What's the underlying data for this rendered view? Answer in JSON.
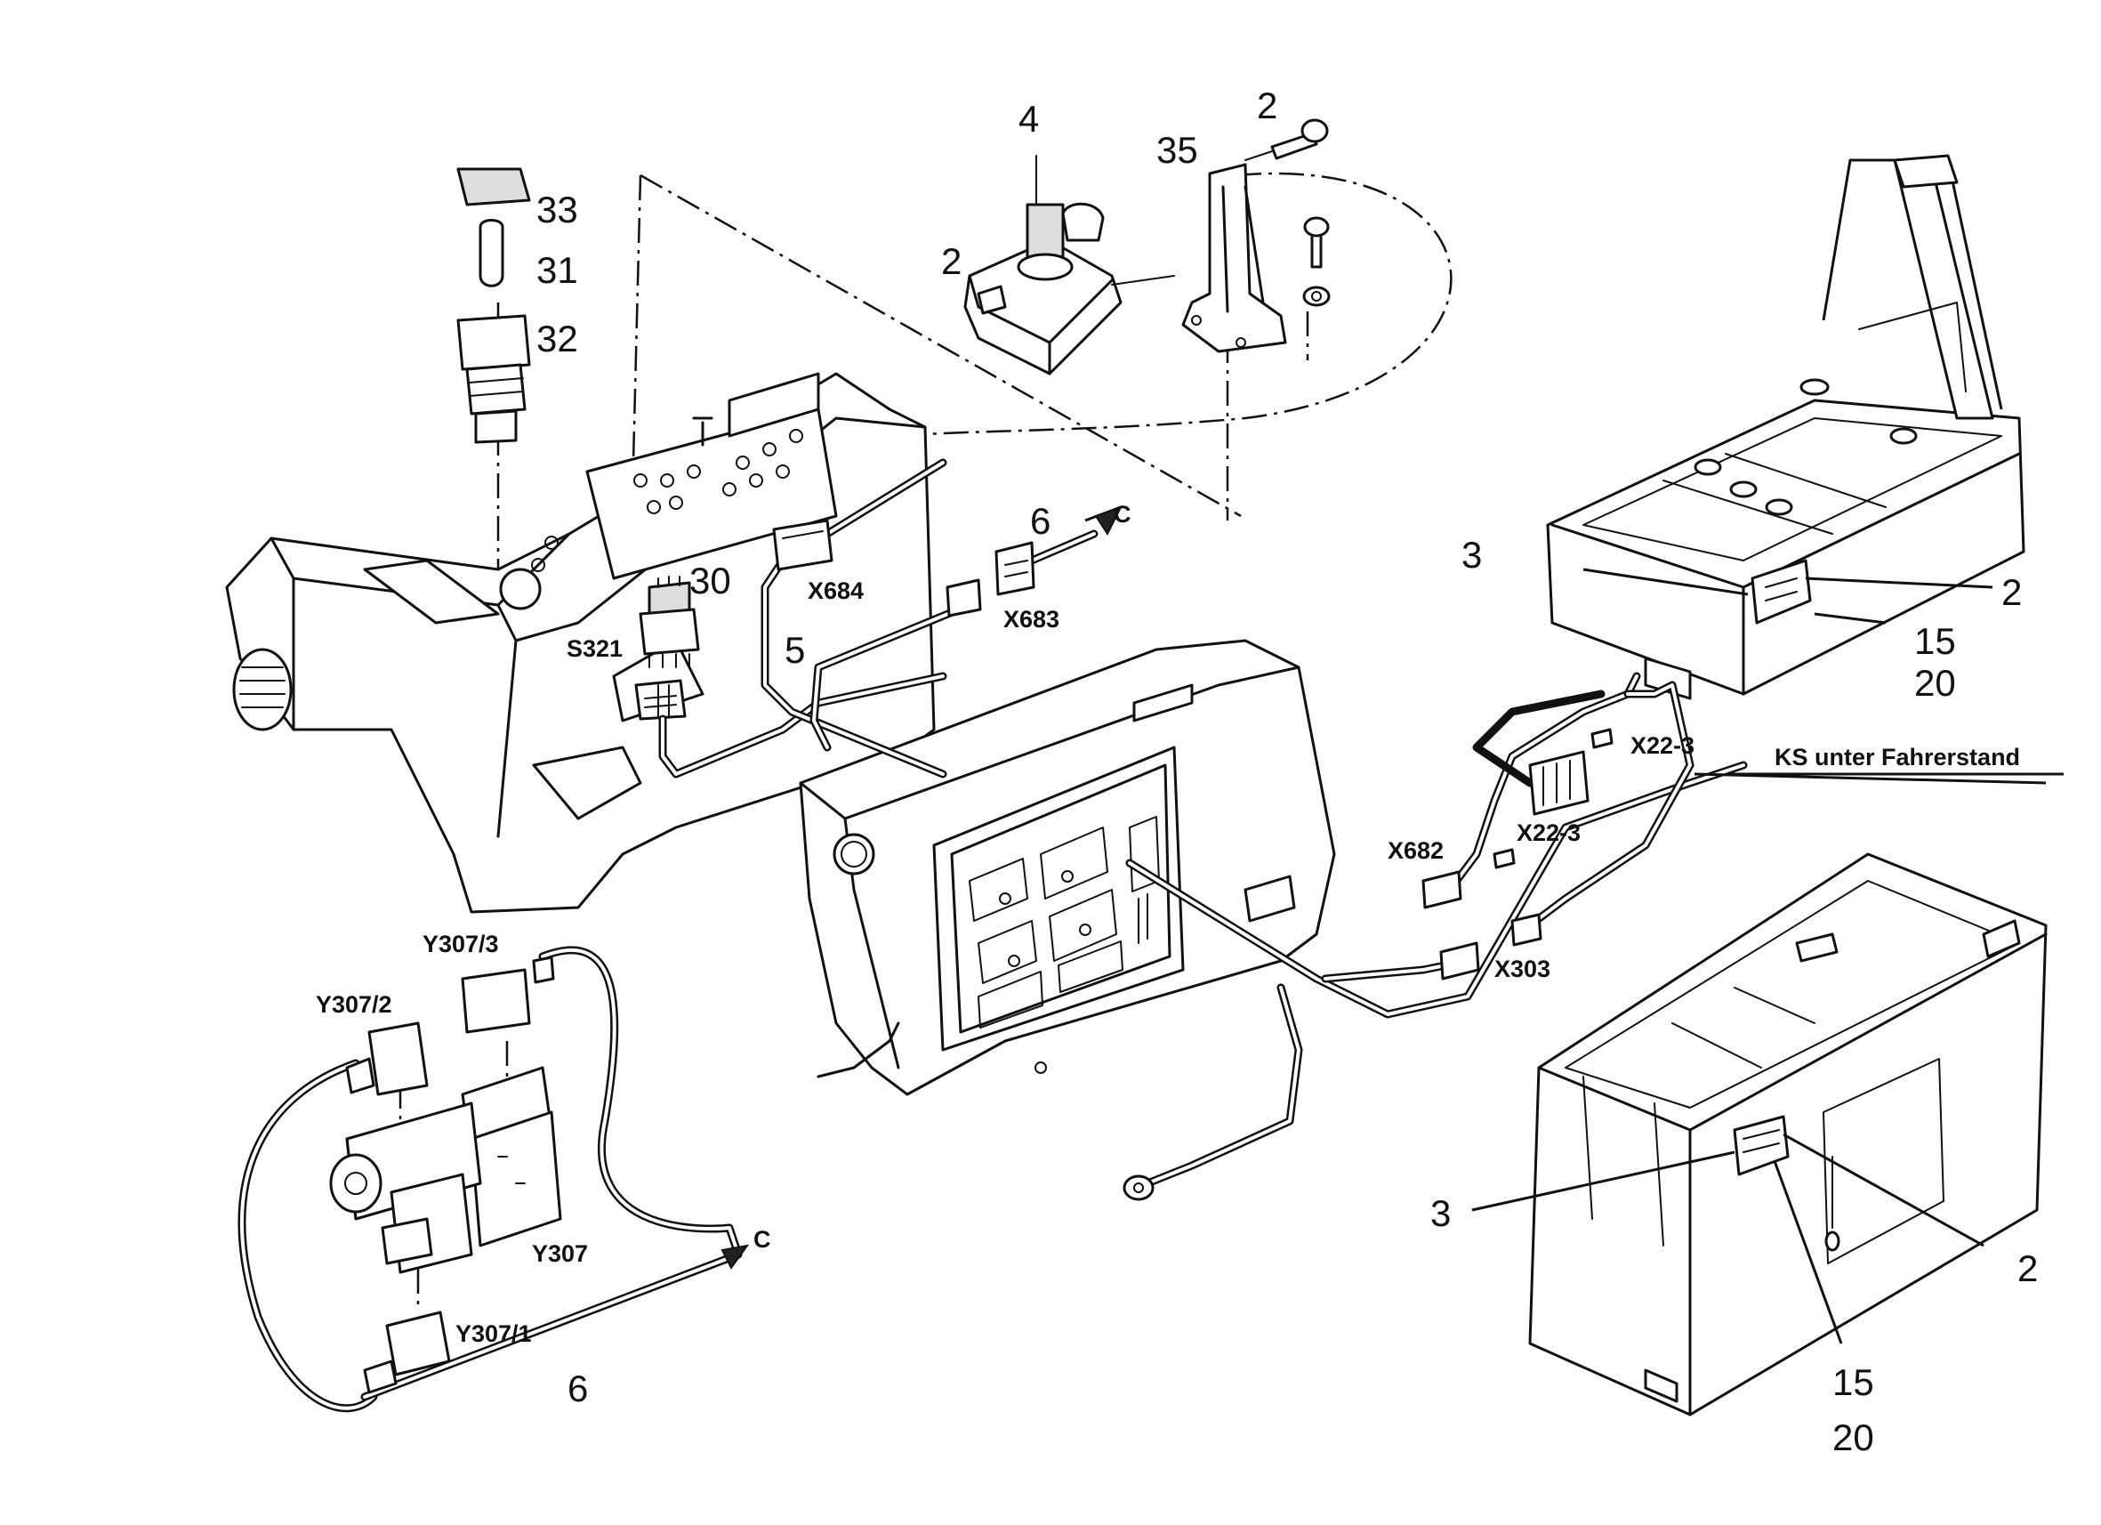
{
  "labels": {
    "p33": "33",
    "p31": "31",
    "p32": "32",
    "p30": "30",
    "s321": "S321",
    "p4": "4",
    "p2_joystick": "2",
    "p35": "35",
    "p2_screw": "2",
    "x684": "X684",
    "p6_top": "6",
    "c_top": "C",
    "x683": "X683",
    "p5": "5",
    "p3_upper": "3",
    "p2_upper_right": "2",
    "p15_upper": "15",
    "p20_upper": "20",
    "x22_3_a": "X22-3",
    "ks_note": "KS unter Fahrerstand",
    "x22_3_b": "X22-3",
    "x682": "X682",
    "x303": "X303",
    "y307_3": "Y307/3",
    "y307_2": "Y307/2",
    "y307": "Y307",
    "y307_1": "Y307/1",
    "c_bottom": "C",
    "p6_bottom": "6",
    "p3_lower": "3",
    "p2_lower_right": "2",
    "p15_lower": "15",
    "p20_lower": "20"
  }
}
